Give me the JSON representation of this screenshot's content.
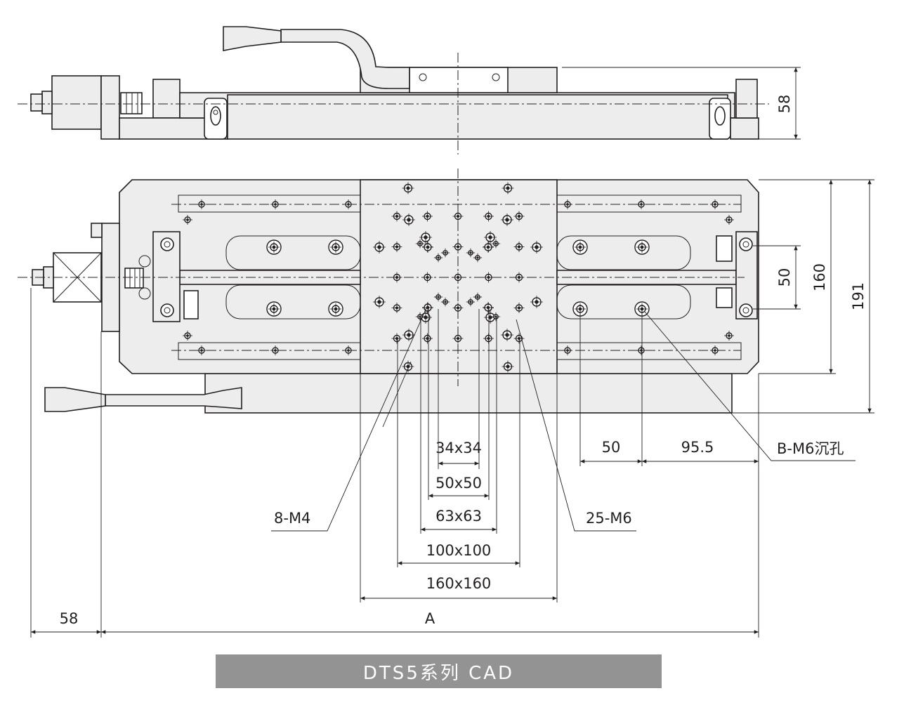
{
  "labels": {
    "side_height": "58",
    "pitch_50": "50",
    "width_160": "160",
    "width_191": "191",
    "grid_34": "34x34",
    "grid_50": "50x50",
    "grid_63": "63x63",
    "grid_100": "100x100",
    "grid_160": "160x160",
    "hole_8m4": "8-M4",
    "hole_25m6": "25-M6",
    "hole_bm6": "B-M6沉孔",
    "dim_50": "50",
    "dim_95_5": "95.5",
    "dim_58": "58",
    "dim_A": "A"
  },
  "caption": "DTS5系列  CAD",
  "colors": {
    "line": "#231f20",
    "body_fill": "#ededed",
    "caption_bg": "#939393",
    "caption_text": "#ffffff"
  }
}
